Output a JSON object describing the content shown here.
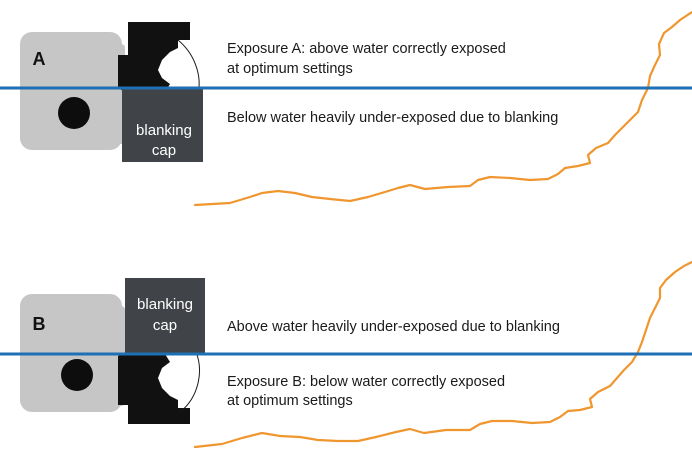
{
  "colors": {
    "water_line": "#1f6fb5",
    "shoreline": "#f0962f",
    "camera_body": "#c6c6c6",
    "lens_housing": "#111111",
    "blanking_cap": "#404347",
    "text": "#1a1a1a"
  },
  "icons": {
    "camera": "camera-body-icon",
    "lens": "lens-housing-icon"
  },
  "panel_a": {
    "label": "A",
    "cap_line1": "blanking",
    "cap_line2": "cap",
    "caption_top_line1": "Exposure A: above water correctly exposed",
    "caption_top_line2": "at optimum settings",
    "caption_bottom": "Below water heavily under-exposed due to blanking"
  },
  "panel_b": {
    "label": "B",
    "cap_line1": "blanking",
    "cap_line2": "cap",
    "caption_top": "Above water heavily under-exposed due to blanking",
    "caption_bottom_line1": "Exposure B: below water correctly exposed",
    "caption_bottom_line2": "at optimum settings"
  }
}
